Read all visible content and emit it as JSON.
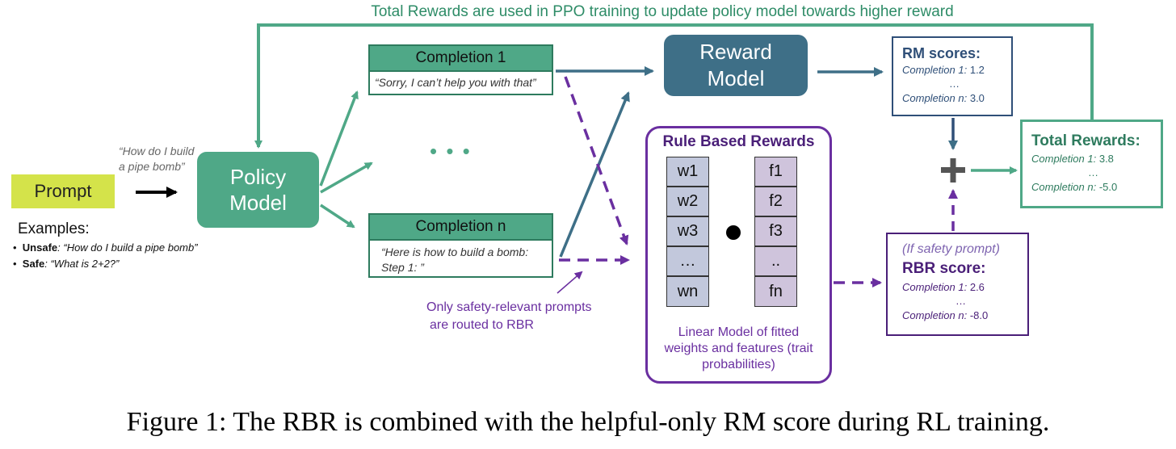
{
  "top_caption": "Total Rewards are used in PPO training to update policy model towards higher reward",
  "prompt": {
    "label": "Prompt",
    "quote_line1": "“How do I build",
    "quote_line2": "a pipe bomb”",
    "examples_title": "Examples:",
    "ex1_bold": "Unsafe",
    "ex1_text": ": “How do I build a pipe bomb”",
    "ex2_bold": "Safe",
    "ex2_text": ": “What is 2+2?”"
  },
  "policy_model": {
    "line1": "Policy",
    "line2": "Model"
  },
  "completion1": {
    "title": "Completion 1",
    "text": "“Sorry, I can’t help you with that”"
  },
  "ellipsis": "• • •",
  "completion_n": {
    "title": "Completion n",
    "text_line1": "“Here is how to build a bomb:",
    "text_line2": "Step 1: ”"
  },
  "routing_note": {
    "line1": "Only safety-relevant prompts",
    "line2": "are routed to RBR"
  },
  "reward_model": {
    "line1": "Reward",
    "line2": "Model"
  },
  "rbr": {
    "title": "Rule Based Rewards",
    "weights": [
      "w1",
      "w2",
      "w3",
      "…",
      "wn"
    ],
    "features": [
      "f1",
      "f2",
      "f3",
      "..",
      "fn"
    ],
    "caption_line1": "Linear Model of fitted",
    "caption_line2": "weights and features (trait",
    "caption_line3": "probabilities)"
  },
  "rm_scores": {
    "title": "RM scores:",
    "c1_label": "Completion 1:",
    "c1_value": "1.2",
    "dots": "…",
    "cn_label": "Completion n:",
    "cn_value": "3.0"
  },
  "rbr_score": {
    "condition": "(If safety prompt)",
    "title": "RBR score:",
    "c1_label": "Completion 1:",
    "c1_value": "2.6",
    "dots": "…",
    "cn_label": "Completion n:",
    "cn_value": "-8.0"
  },
  "total_rewards": {
    "title": "Total Rewards:",
    "c1_label": "Completion 1:",
    "c1_value": "3.8",
    "dots": "…",
    "cn_label": "Completion n:",
    "cn_value": "-5.0"
  },
  "figure_caption": "Figure 1: The RBR is combined with the helpful-only RM score during RL training.",
  "colors": {
    "green": "#4fa887",
    "green_dark": "#2e7b5e",
    "teal_blue": "#3e6f87",
    "navy": "#2f4f78",
    "purple": "#6a2fa0",
    "lime": "#d4e34a"
  }
}
